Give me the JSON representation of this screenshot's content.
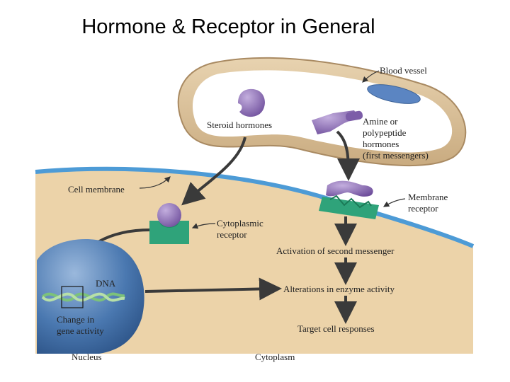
{
  "title": "Hormone & Receptor in General",
  "colors": {
    "cytoplasm": "#ecd3a9",
    "membrane": "#4d9bd6",
    "vessel_wall": "#dcc39a",
    "vessel_lumen": "#ffffff",
    "hormone": "#8a6bb3",
    "receptor": "#2fa37a",
    "nucleus": "#3f6fa8",
    "dna_strand": "#7cc27a",
    "arrow": "#3a3a3a"
  },
  "labels": {
    "blood_vessel": "Blood vessel",
    "steroid_hormones": "Steroid hormones",
    "amine_line1": "Amine or",
    "amine_line2": "polypeptide",
    "amine_line3": "hormones",
    "amine_line4": "(first messengers)",
    "cell_membrane": "Cell membrane",
    "membrane_receptor_line1": "Membrane",
    "membrane_receptor_line2": "receptor",
    "cytoplasmic_receptor_line1": "Cytoplasmic",
    "cytoplasmic_receptor_line2": "receptor",
    "second_messenger": "Activation of second messenger",
    "dna": "DNA",
    "enzyme_activity": "Alterations in enzyme activity",
    "gene_activity_line1": "Change in",
    "gene_activity_line2": "gene activity",
    "target_response": "Target cell responses",
    "nucleus": "Nucleus",
    "cytoplasm": "Cytoplasm"
  }
}
